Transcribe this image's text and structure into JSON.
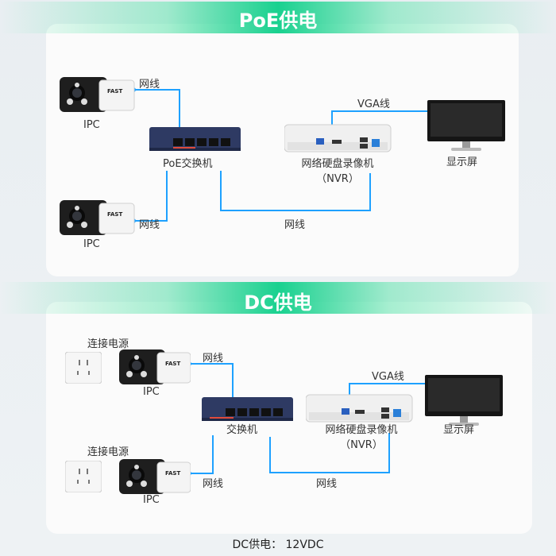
{
  "poe": {
    "title": "PoE供电",
    "switch_label": "PoE交换机",
    "nvr_label_line1": "网络硬盘录像机",
    "nvr_label_line2": "（NVR）",
    "monitor_label": "显示屏",
    "ipc_label": "IPC",
    "cable_label": "网线",
    "vga_label": "VGA线"
  },
  "dc": {
    "title": "DC供电",
    "switch_label": "交换机",
    "nvr_label_line1": "网络硬盘录像机",
    "nvr_label_line2": "（NVR）",
    "monitor_label": "显示屏",
    "ipc_label": "IPC",
    "cable_label": "网线",
    "vga_label": "VGA线",
    "power_label": "连接电源"
  },
  "camera_brand": "FAST",
  "footer": "DC供电：  12VDC",
  "colors": {
    "wire": "#1ea1ff",
    "accent": "#19d18f",
    "switch": "#2e3a63"
  }
}
